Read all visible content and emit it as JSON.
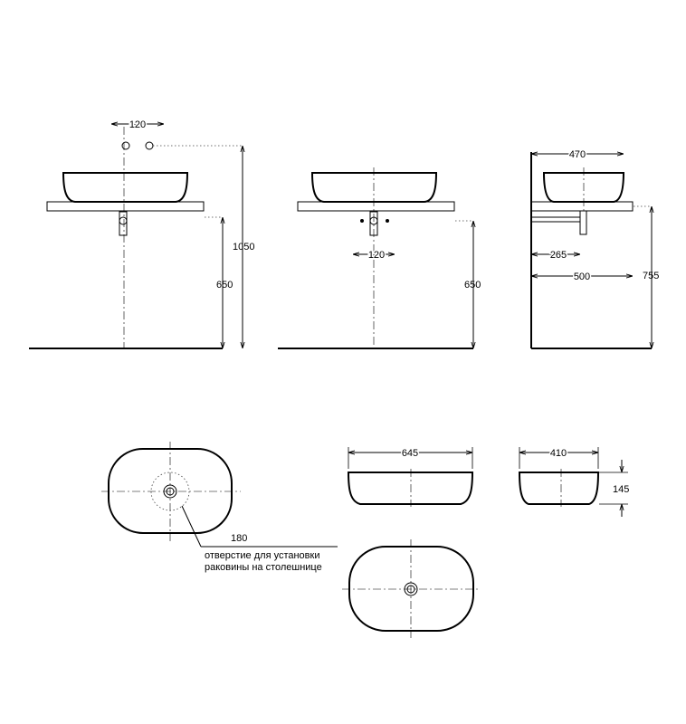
{
  "dimensions": {
    "front_left": {
      "tap_spacing": "120",
      "total_height": "1050",
      "counter_height": "650"
    },
    "front_mid": {
      "drain_spacing": "120",
      "counter_height": "650"
    },
    "side": {
      "basin_depth": "470",
      "drain_offset": "265",
      "counter_depth": "500",
      "total_height": "755"
    },
    "plan": {
      "hole_diameter": "180"
    },
    "basin_front": {
      "width": "645"
    },
    "basin_side": {
      "depth": "410",
      "height": "145"
    }
  },
  "notes": {
    "hole_line1": "отверстие для установки",
    "hole_line2": "раковины на столешнице"
  }
}
